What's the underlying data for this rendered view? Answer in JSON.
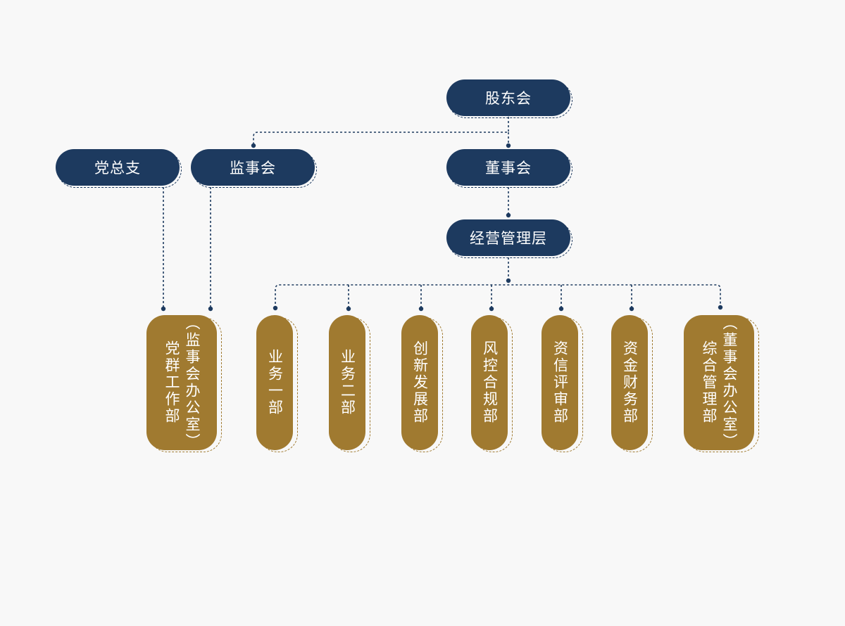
{
  "top": {
    "shareholders": "股东会",
    "party_branch": "党总支",
    "supervisory_board": "监事会",
    "board": "董事会",
    "management": "经营管理层"
  },
  "departments": [
    {
      "name": "党群工作部",
      "note": "（监事会办公室）"
    },
    {
      "name": "业务一部"
    },
    {
      "name": "业务二部"
    },
    {
      "name": "创新发展部"
    },
    {
      "name": "风控合规部"
    },
    {
      "name": "资信评审部"
    },
    {
      "name": "资金财务部"
    },
    {
      "name": "综合管理部",
      "note": "（董事会办公室）"
    }
  ],
  "colors": {
    "navy": "#1d3a5f",
    "gold": "#a07a30",
    "background": "#f8f8f8"
  }
}
